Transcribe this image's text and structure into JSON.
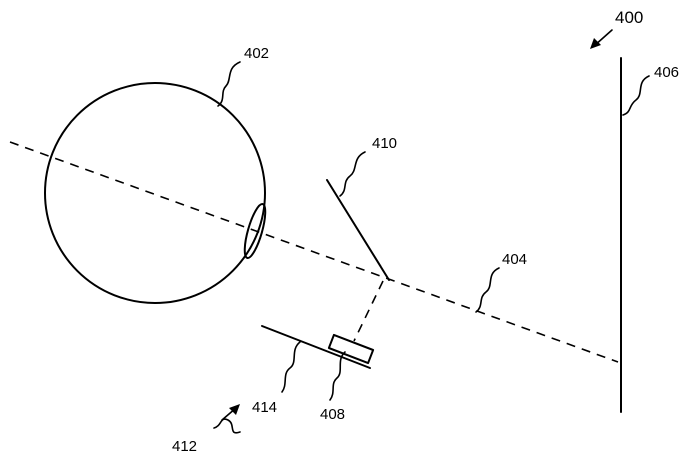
{
  "figure": {
    "labels": {
      "l400": "400",
      "l402": "402",
      "l404": "404",
      "l406": "406",
      "l408": "408",
      "l410": "410",
      "l412": "412",
      "l414": "414"
    }
  }
}
